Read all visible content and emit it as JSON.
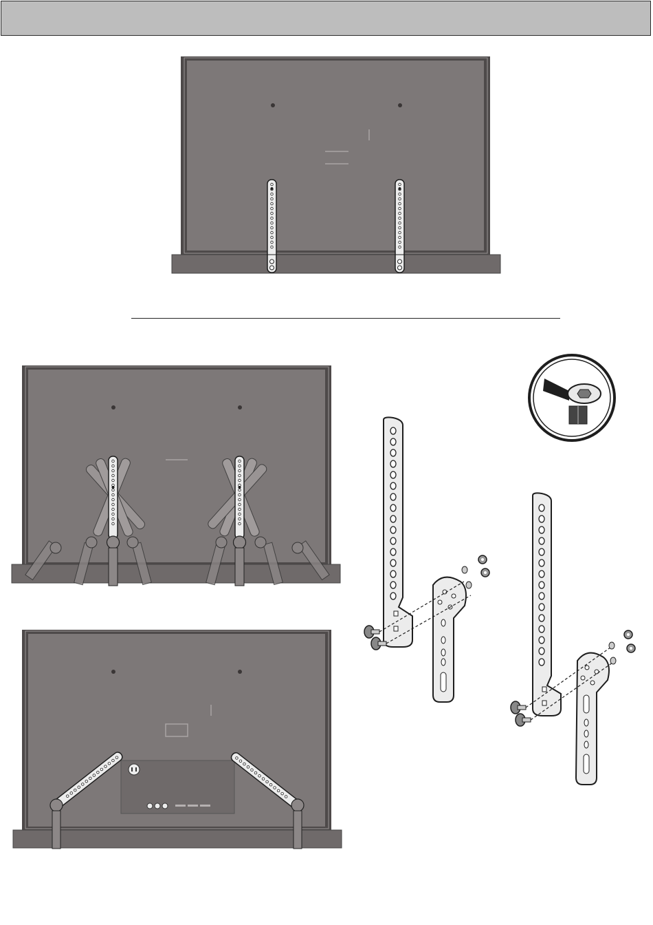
{
  "header": {
    "title": ""
  },
  "colors": {
    "tv_panel": "#7d7878",
    "tv_frame": "#4e4a4a",
    "soundbar": "#6f6a6a",
    "bracket": "#ececec",
    "bracket_stroke": "#1e1e1e",
    "header_bar": "#bdbdbd"
  },
  "icons": {
    "power_socket": "power-socket-icon",
    "bolt": "bolt-icon",
    "nut": "nut-icon",
    "washer": "washer-icon",
    "hex_key_tightening": "hex-wrench-detail-icon"
  },
  "figures": {
    "top": "tv-with-straight-brackets",
    "middle": "tv-bracket-angle-options",
    "bottom": "tv-with-angled-brackets",
    "right": "bracket-assembly-exploded-view"
  }
}
